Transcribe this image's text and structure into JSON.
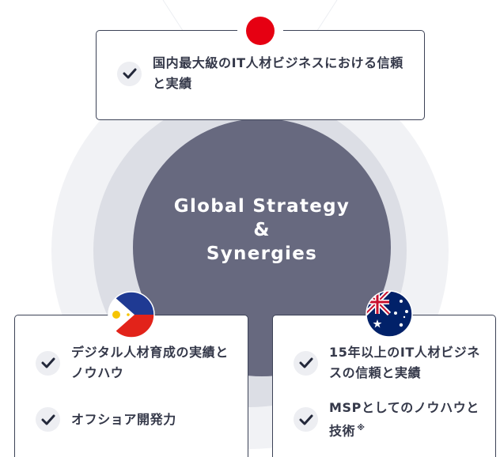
{
  "center": {
    "line1": "Global Strategy",
    "line2": "&",
    "line3": "Synergies"
  },
  "japan": {
    "flag": "japan-flag-icon",
    "item": "国内最大級のIT人材ビジネスにおける信頼と実績"
  },
  "philippines": {
    "flag": "philippines-flag-icon",
    "items": [
      "デジタル人材育成の実績とノウハウ",
      "オフショア開発力"
    ]
  },
  "australia": {
    "flag": "australia-flag-icon",
    "items": [
      "15年以上のIT人材ビジネスの信頼と実績",
      "MSPとしてのノウハウと技術"
    ],
    "note_mark": "※"
  },
  "colors": {
    "inner_circle": "#67697f",
    "mid_ring": "#dcdee5",
    "outer_ring": "#f1f2f5",
    "card_border": "#3c4256",
    "japan_red": "#e60012"
  },
  "icons": [
    "check-icon"
  ]
}
